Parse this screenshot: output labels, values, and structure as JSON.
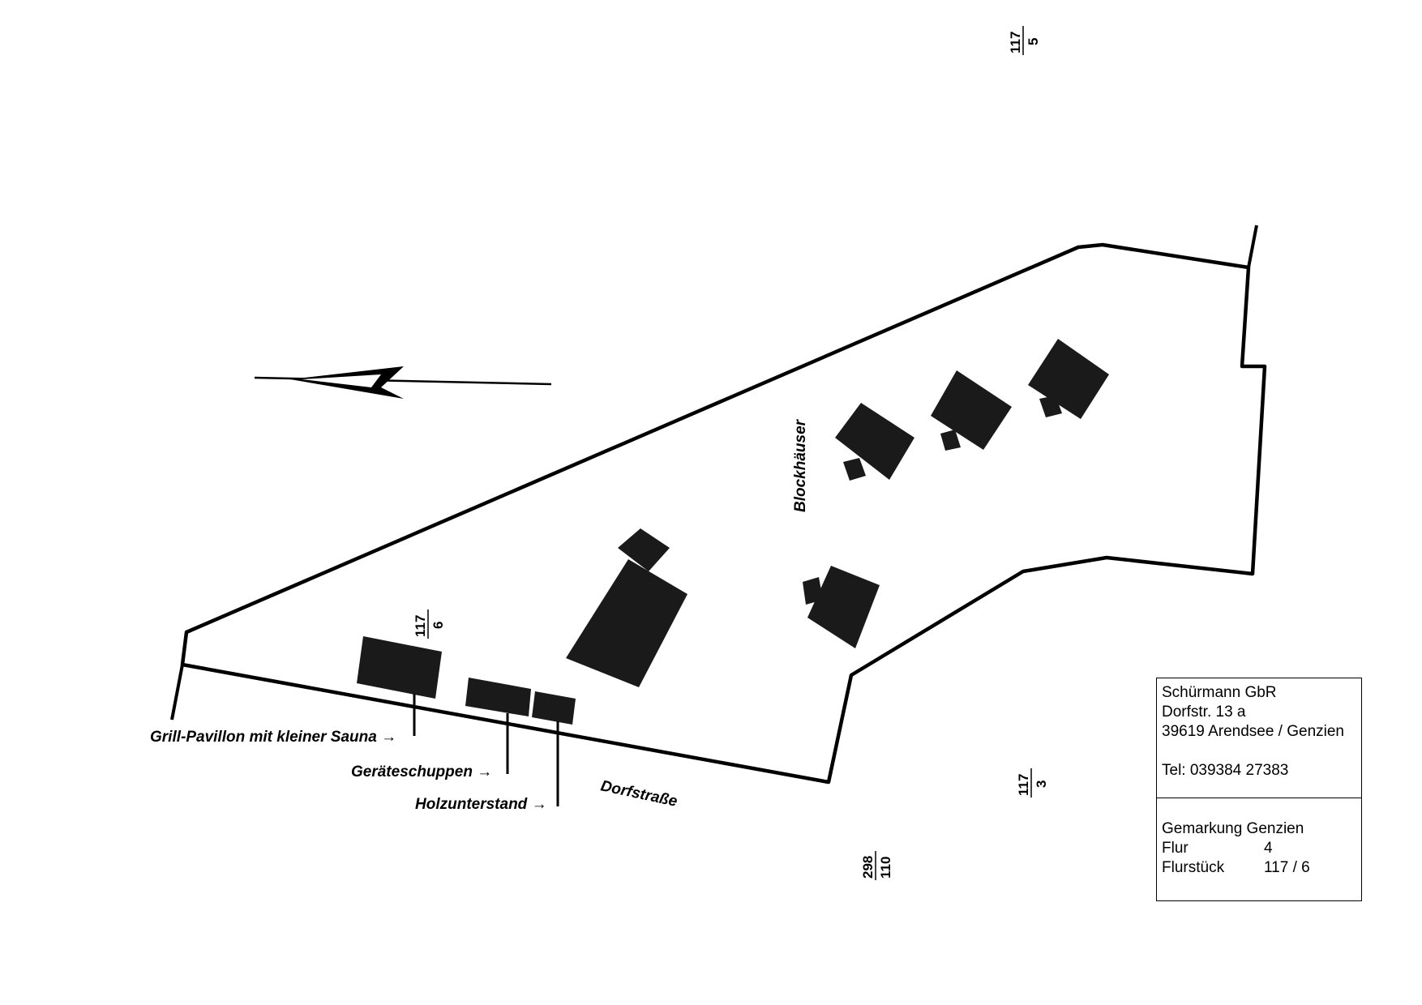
{
  "labels": {
    "blockhaeuser": "Blockhäuser",
    "dorfstrasse": "Dorfstraße",
    "grill": "Grill-Pavillon mit kleiner Sauna",
    "geraete": "Geräteschuppen",
    "holz": "Holzunterstand",
    "arrow_glyph": "→"
  },
  "parcels": {
    "p117_5": {
      "num": "117",
      "den": "5"
    },
    "p117_6": {
      "num": "117",
      "den": "6"
    },
    "p117_3": {
      "num": "117",
      "den": "3"
    },
    "p298_110": {
      "num": "298",
      "den": "110"
    }
  },
  "info": {
    "company": "Schürmann GbR",
    "street": "Dorfstr. 13 a",
    "city": "39619 Arendsee / Genzien",
    "phone": "Tel: 039384 27383",
    "gemarkung": "Gemarkung Genzien",
    "flur_label": "Flur",
    "flur_value": "4",
    "flurstueck_label": "Flurstück",
    "flurstueck_value": "117 / 6"
  },
  "colors": {
    "ink": "#000000",
    "paper": "#ffffff",
    "building_fill": "#1a1a1a"
  },
  "icons": {
    "north_arrow": "north-arrow-icon"
  }
}
